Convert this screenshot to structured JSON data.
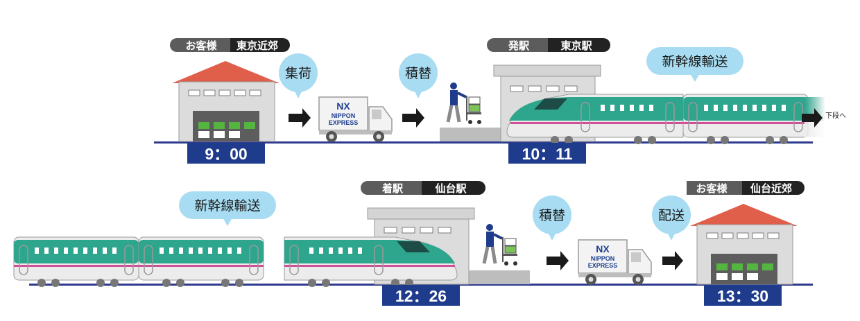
{
  "colors": {
    "rail": "#2e3a8f",
    "time_box": "#1f3b8c",
    "bubble": "#a7dcf2",
    "pill_dark": "#222222",
    "pill_mid": "#5c5c5c",
    "train_green": "#2ea58d",
    "train_stripe": "#d14f97",
    "roof": "#e05f4b",
    "building_grey": "#dcdcdc",
    "nx_green": "#55b541"
  },
  "truck_logo": {
    "mark": "NX",
    "line1": "NIPPON",
    "line2": "EXPRESS"
  },
  "top_row": {
    "origin_tag": {
      "left": "お客様",
      "right": "東京近郊"
    },
    "pickup_bubble": "集荷",
    "transfer_bubble": "積替",
    "station_tag": {
      "left": "発駅",
      "right": "東京駅"
    },
    "shinkansen_bubble": "新幹線輸送",
    "next_note": "下段へ",
    "time_pickup": "9：00",
    "time_departure": "10：11"
  },
  "bottom_row": {
    "shinkansen_bubble": "新幹線輸送",
    "station_tag": {
      "left": "着駅",
      "right": "仙台駅"
    },
    "transfer_bubble": "積替",
    "delivery_bubble": "配送",
    "dest_tag": {
      "left": "お客様",
      "right": "仙台近郊"
    },
    "time_arrival": "12：26",
    "time_delivery": "13：30"
  }
}
